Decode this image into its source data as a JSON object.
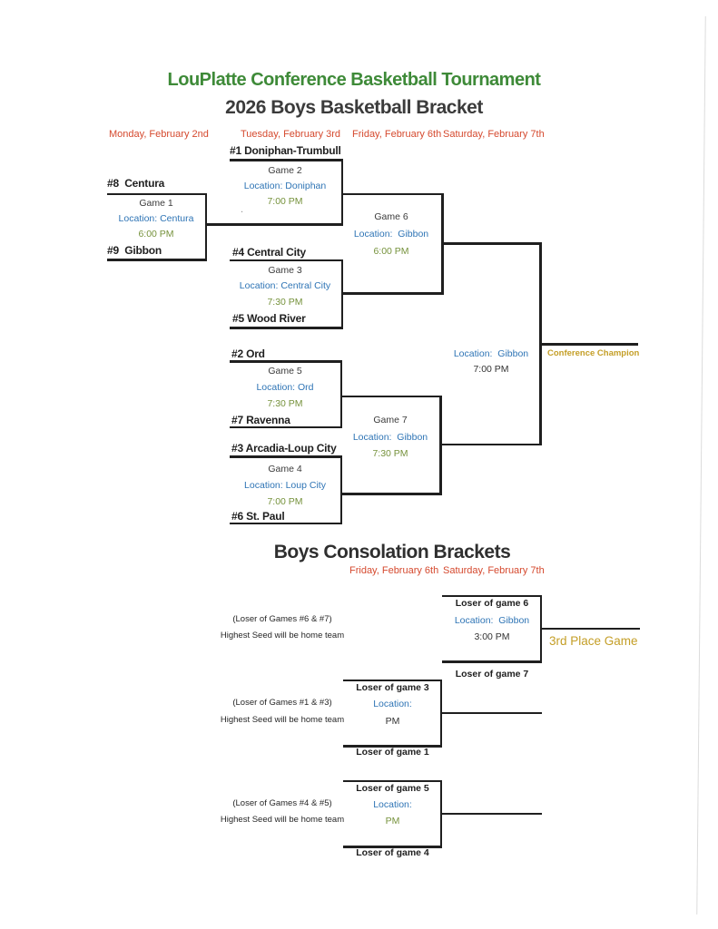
{
  "page": {
    "title": "LouPlatte Conference Basketball Tournament",
    "subtitle": "2026 Boys Basketball Bracket",
    "consolation_title": "Boys Consolation Brackets",
    "artifact_dot": "."
  },
  "colors": {
    "title_green": "#3e8a38",
    "date_red": "#d5492e",
    "location_blue": "#2e74b5",
    "time_olive": "#76923c",
    "gold": "#c49e26"
  },
  "dates": {
    "main": [
      "Monday, February 2nd",
      "Tuesday, February 3rd",
      "Friday, February 6th",
      "Saturday, February 7th"
    ],
    "consolation": [
      "Friday, February 6th",
      "Saturday, February 7th"
    ]
  },
  "bracket": {
    "game1": {
      "seed_top": "#8  Centura",
      "seed_bottom": "#9  Gibbon",
      "label": "Game 1",
      "location": "Location: Centura",
      "time": "6:00 PM"
    },
    "game2": {
      "seed_top": "#1 Doniphan-Trumbull",
      "label": "Game 2",
      "location": "Location: Doniphan",
      "time": "7:00 PM"
    },
    "game3": {
      "seed_top": "#4 Central City",
      "seed_bottom": "#5 Wood River",
      "label": "Game 3",
      "location": "Location: Central City",
      "time": "7:30 PM"
    },
    "game5": {
      "seed_top": "#2 Ord",
      "seed_bottom": "#7 Ravenna",
      "label": "Game 5",
      "location": "Location: Ord",
      "time": "7:30 PM"
    },
    "game4": {
      "seed_top": "#3 Arcadia-Loup City",
      "seed_bottom": "#6 St. Paul",
      "label": "Game 4",
      "location": "Location: Loup City",
      "time": "7:00 PM"
    },
    "game6": {
      "label": "Game 6",
      "location": "Location:  Gibbon",
      "time": "6:00 PM"
    },
    "game7": {
      "label": "Game 7",
      "location": "Location:  Gibbon",
      "time": "7:30 PM"
    },
    "final": {
      "location": "Location:  Gibbon",
      "time": "7:00 PM",
      "champion_label": "Conference Champion"
    }
  },
  "consolation": {
    "third_place": {
      "top": "Loser of game 6",
      "location": "Location:  Gibbon",
      "time": "3:00 PM",
      "bottom": "Loser of game 7",
      "note1": "(Loser of Games #6 & #7)",
      "note2": "Highest Seed will be home team",
      "side_label": "3rd Place Game"
    },
    "cons_1_3": {
      "top": "Loser of game 3",
      "location": "Location:",
      "time": "PM",
      "bottom": "Loser of game 1",
      "note1": "(Loser of Games #1 & #3)",
      "note2": "Highest Seed will be home team"
    },
    "cons_4_5": {
      "top": "Loser of game 5",
      "location": "Location:",
      "time": "PM",
      "bottom": "Loser of game 4",
      "note1": "(Loser of Games #4 & #5)",
      "note2": "Highest Seed will be home team"
    }
  }
}
